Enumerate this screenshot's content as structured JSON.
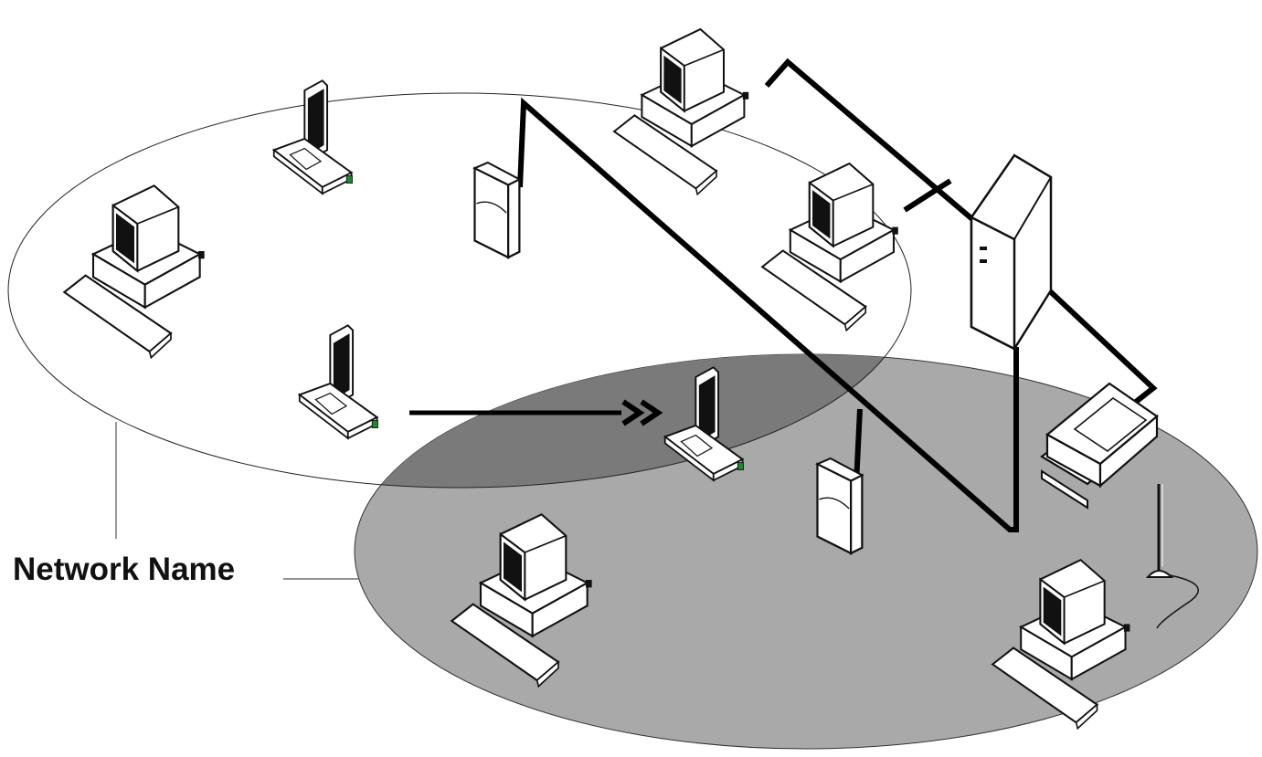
{
  "network_label": "Network Name",
  "colors": {
    "background": "#ffffff",
    "coverage_zone_b": "#a9a9a9",
    "overlap": "#7a7a7a",
    "outline": "#111111",
    "cable": "#000000",
    "screen": "#111111",
    "device_body": "#ffffff",
    "led": "#1a8a2a"
  },
  "nodes": {
    "zone_a": [
      "desktop",
      "laptop",
      "laptop",
      "access-point"
    ],
    "zone_b": [
      "desktop",
      "desktop",
      "access-point",
      "laptop"
    ],
    "wired": [
      "desktop",
      "desktop",
      "server",
      "printer"
    ]
  }
}
